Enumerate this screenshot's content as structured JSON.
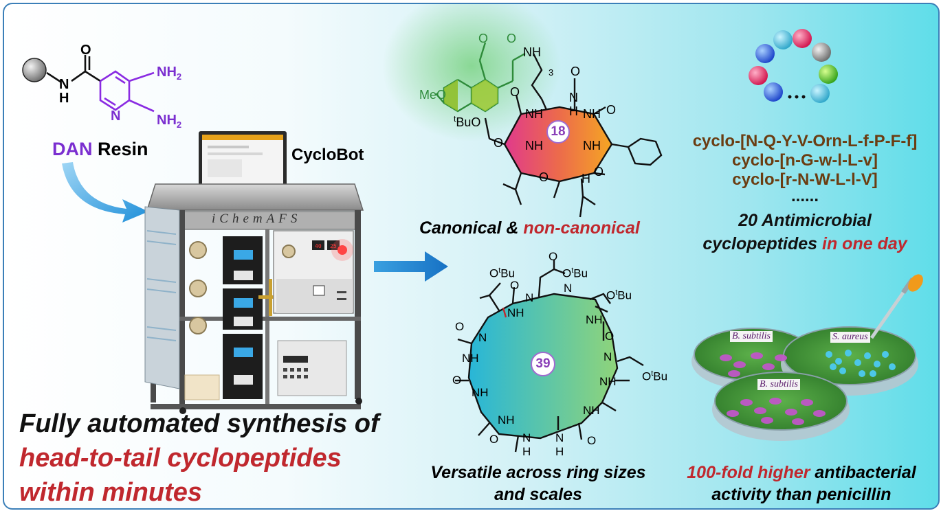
{
  "resin": {
    "label_part1": "DAN",
    "label_part2": " Resin",
    "nh": "N",
    "nh_h": "H",
    "o": "O",
    "ring_n": "N",
    "nh2_top": "NH",
    "nh2_bottom": "NH",
    "sub2": "2"
  },
  "robot": {
    "name": "CycloBot",
    "brand": "iChemAFS"
  },
  "headline": {
    "line1": "Fully automated synthesis of",
    "line2": "head-to-tail cyclopeptides",
    "line3": "within minutes"
  },
  "molecule_top": {
    "ring_number": "18",
    "meo": "MeO",
    "obu": "O",
    "t": "t",
    "bu": "Bu",
    "sub3": "3",
    "nh": "NH",
    "n": "N",
    "h": "H",
    "o": "O"
  },
  "canonical": {
    "part1": "Canonical & ",
    "part2": "non-canonical"
  },
  "cyclo_list": {
    "line1": "cyclo-[N-Q-Y-V-Orn-L-f-P-F-f]",
    "line2": "cyclo-[n-G-w-l-L-v]",
    "line3": "cyclo-[r-N-W-L-l-V]",
    "dots": "......",
    "count_line": "20 Antimicrobial",
    "line_b_part1": "cyclopeptides ",
    "line_b_part2": "in one day"
  },
  "molecule_bottom": {
    "ring_number": "39",
    "obu_top": "O",
    "t": "t",
    "bu": "Bu",
    "o": "O",
    "nh": "NH",
    "n": "N",
    "h": "H"
  },
  "versatile": {
    "line1": "Versatile across ring sizes",
    "line2": "and scales"
  },
  "dishes": {
    "label1": "B. subtilis",
    "label2": "S. aureus",
    "label3": "B. subtilis"
  },
  "activity": {
    "part1": "100-fold higher",
    "part2": " antibacterial",
    "line2": "activity than penicillin"
  },
  "colors": {
    "purple": "#7b2fd0",
    "red": "#c0282e",
    "brown": "#6b3d12",
    "green": "#2e8b3a",
    "arrow_blue": "#1f8fd9"
  }
}
